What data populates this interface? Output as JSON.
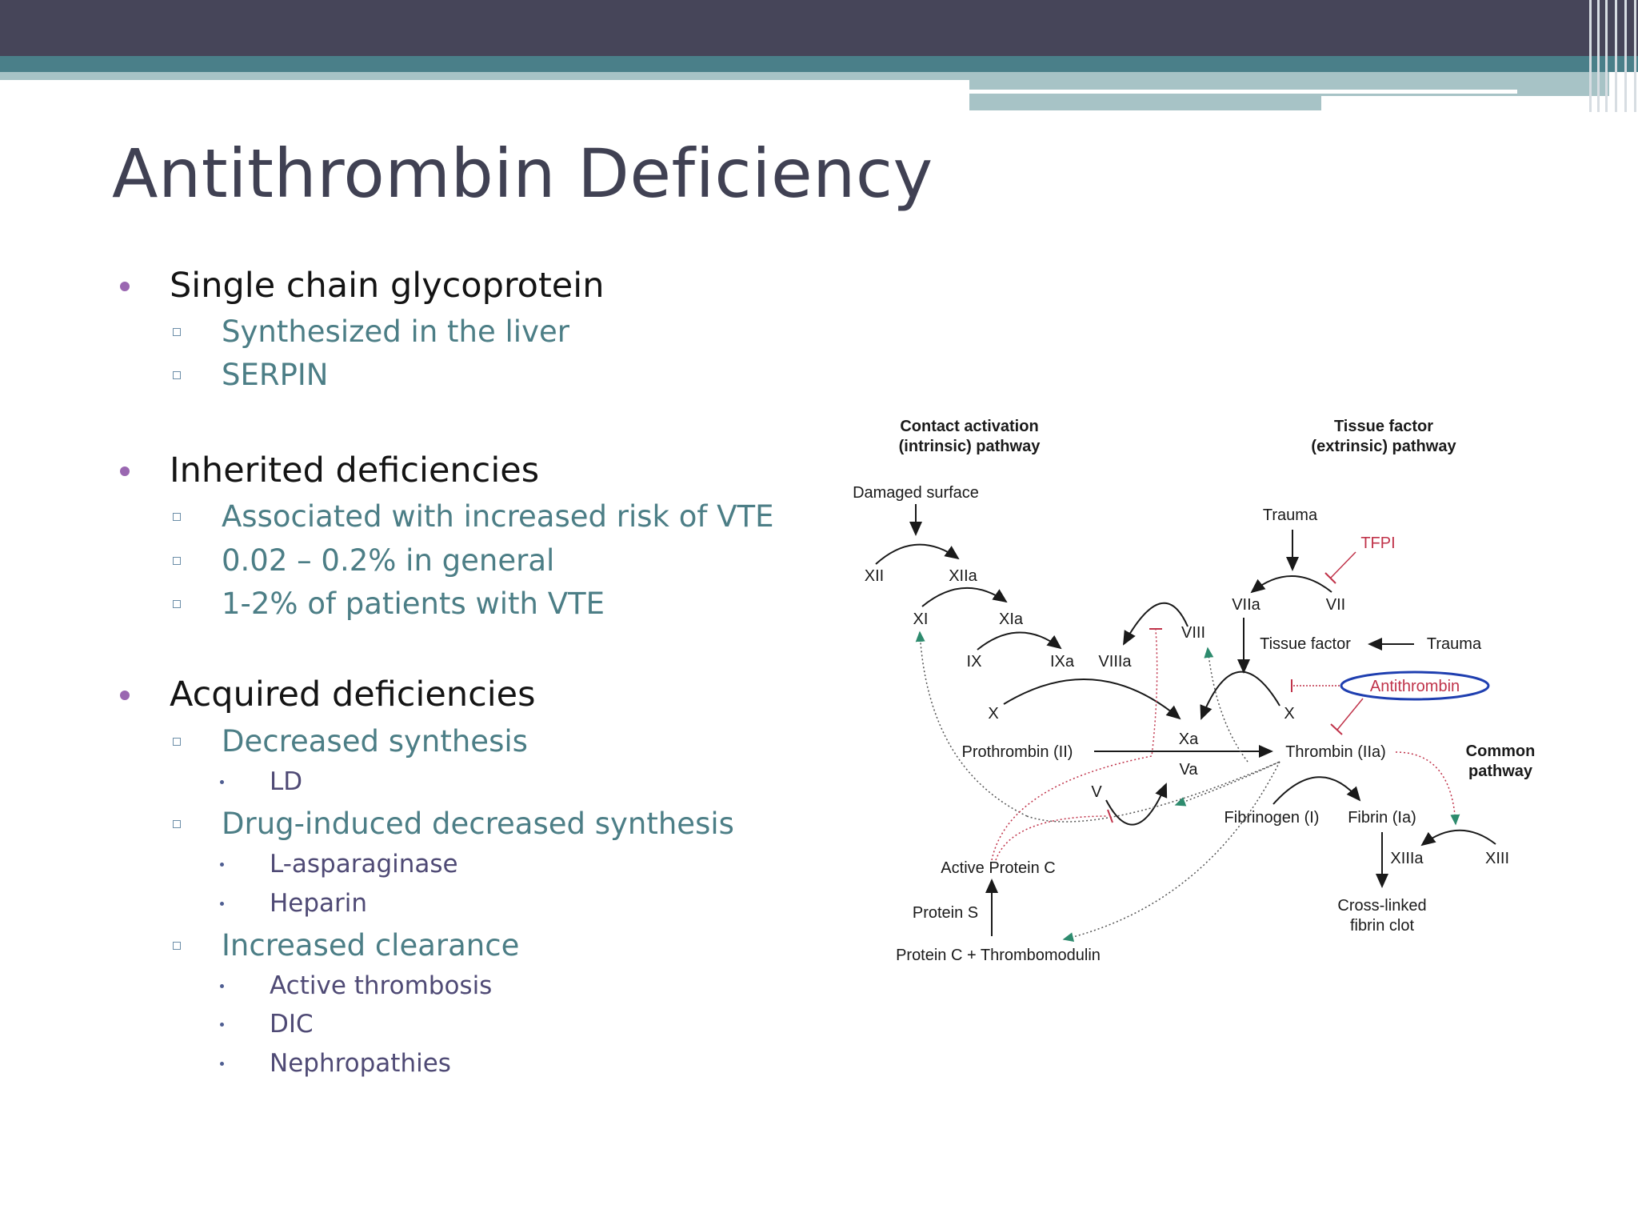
{
  "slide": {
    "title": "Antithrombin Deficiency",
    "sections": [
      {
        "heading": "Single chain glycoprotein",
        "items": [
          {
            "text": "Synthesized in the liver",
            "subitems": []
          },
          {
            "text": "SERPIN",
            "subitems": []
          }
        ]
      },
      {
        "heading": "Inherited deficiencies",
        "items": [
          {
            "text": "Associated with increased risk of VTE",
            "subitems": []
          },
          {
            "text": "0.02 – 0.2% in general",
            "subitems": []
          },
          {
            "text": "1-2% of patients  with VTE",
            "subitems": []
          }
        ]
      },
      {
        "heading": "Acquired deficiencies",
        "items": [
          {
            "text": "Decreased synthesis",
            "subitems": [
              "LD"
            ]
          },
          {
            "text": "Drug-induced decreased synthesis",
            "subitems": [
              "L-asparaginase",
              "Heparin"
            ]
          },
          {
            "text": "Increased clearance",
            "subitems": [
              "Active thrombosis",
              "DIC",
              "Nephropathies"
            ]
          }
        ]
      }
    ]
  },
  "diagram": {
    "colors": {
      "ink": "#1a1a1a",
      "inhibit": "#c0334a",
      "green": "#2e8b6e",
      "highlight": "#1f3fb0"
    },
    "labels": {
      "contact_1": "Contact activation",
      "contact_2": "(intrinsic) pathway",
      "tissue_1": "Tissue factor",
      "tissue_2": "(extrinsic) pathway",
      "damaged_surface": "Damaged surface",
      "xii": "XII",
      "xiia": "XIIa",
      "xi": "XI",
      "xia": "XIa",
      "ix": "IX",
      "ixa": "IXa",
      "viiia": "VIIIa",
      "viii": "VIII",
      "trauma_top": "Trauma",
      "tfpi": "TFPI",
      "viia": "VIIa",
      "vii": "VII",
      "tissue_factor": "Tissue factor",
      "trauma_right": "Trauma",
      "antithrombin": "Antithrombin",
      "x_left": "X",
      "x_right": "X",
      "xa": "Xa",
      "va": "Va",
      "prothrombin": "Prothrombin (II)",
      "thrombin": "Thrombin (IIa)",
      "common_1": "Common",
      "common_2": "pathway",
      "v": "V",
      "fibrinogen": "Fibrinogen (I)",
      "fibrin": "Fibrin (Ia)",
      "xiiia": "XIIIa",
      "xiii": "XIII",
      "active_protein_c": "Active Protein C",
      "protein_s": "Protein S",
      "protein_c_tm": "Protein C + Thrombomodulin",
      "crosslinked_1": "Cross-linked",
      "crosslinked_2": "fibrin clot"
    }
  }
}
